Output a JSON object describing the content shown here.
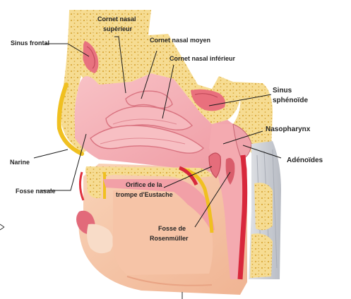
{
  "figure": {
    "labels": {
      "sinus_frontal": "Sinus frontal",
      "cornet_superieur_l1": "Cornet nasal",
      "cornet_superieur_l2": "supérieur",
      "cornet_moyen": "Cornet nasal moyen",
      "cornet_inferieur": "Cornet nasal inférieur",
      "sinus_sphenoide_l1": "Sinus",
      "sinus_sphenoide_l2": "sphénoïde",
      "nasopharynx": "Nasopharynx",
      "adenoides": "Adénoïdes",
      "narine": "Narine",
      "fosse_nasale": "Fosse nasale",
      "trompe_l1": "Orifice de la",
      "trompe_l2": "trompe d'Eustache",
      "rosenmuller_l1": "Fosse de",
      "rosenmuller_l2": "Rosenmüller"
    },
    "colors": {
      "bone_yellow": "#f4d98a",
      "bone_spots": "#d9a93a",
      "mucosa_pink": "#f2a1a8",
      "mucosa_dark": "#e07a86",
      "skin": "#f7c4a4",
      "artery_red": "#d8283c",
      "gland_yellow": "#f0c020",
      "tissue_grey": "#c9ccd2"
    }
  }
}
